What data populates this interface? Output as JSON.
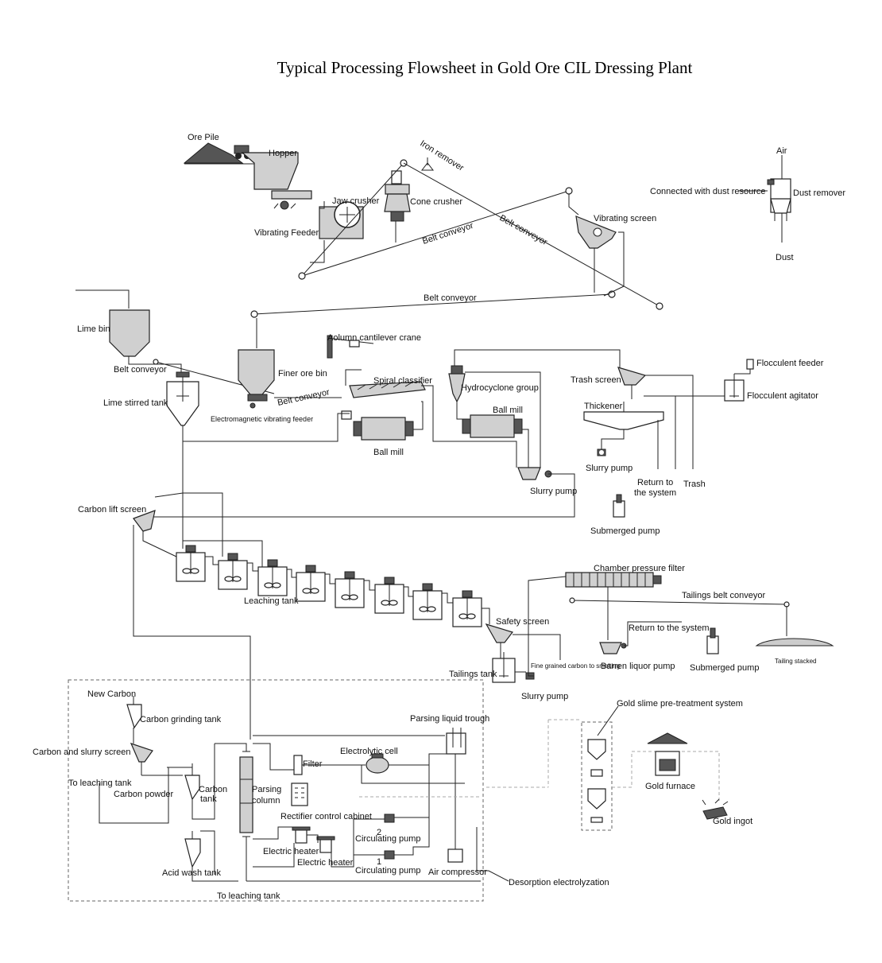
{
  "title": "Typical Processing Flowsheet in Gold Ore CIL Dressing Plant",
  "labels": {
    "ore_pile": "Ore Pile",
    "hopper": "Hopper",
    "jaw_crusher": "Jaw crusher",
    "vibrating_feeder": "Vibrating Feeder",
    "iron_remover": "Iron remover",
    "cone_crusher": "Cone crusher",
    "belt_conveyor_1": "Belt conveyor",
    "belt_conveyor_2": "Belt conveyor",
    "belt_conveyor_3": "Belt conveyor",
    "belt_conveyor_4": "Belt conveyor",
    "belt_conveyor_5": "Belt conveyor",
    "vibrating_screen": "Vibrating screen",
    "air": "Air",
    "connected_dust": "Connected with dust resource",
    "dust_remover": "Dust remover",
    "dust": "Dust",
    "lime_bin": "Lime bin",
    "lime_stirred_tank": "Lime stirred tank",
    "column_crane": "Aolumn cantilever crane",
    "finer_ore_bin": "Finer ore bin",
    "em_vibrating_feeder": "Electromagnetic vibrating feeder",
    "spiral_classifier": "Spiral classifier",
    "hydrocyclone_group": "Hydrocyclone group",
    "ball_mill_1": "Ball mill",
    "ball_mill_2": "Ball mill",
    "trash_screen": "Trash screen",
    "flocculent_feeder": "Flocculent feeder",
    "flocculent_agitator": "Flocculent agitator",
    "thickener": "Thickener",
    "slurry_pump_1": "Slurry pump",
    "slurry_pump_2": "Slurry pump",
    "slurry_pump_3": "Slurry pump",
    "return_system_1": "Return to",
    "return_system_2": "the system",
    "trash": "Trash",
    "submerged_pump_1": "Submerged pump",
    "carbon_lift_screen": "Carbon lift screen",
    "leaching_tank": "Leaching tank",
    "chamber_filter": "Chamber pressure filter",
    "tailings_belt": "Tailings belt conveyor",
    "safety_screen": "Safety screen",
    "return_system_3": "Return to the system",
    "tailings_tank": "Tailings tank",
    "fine_carbon": "Fine grained carbon to smelting",
    "barren_pump": "Barren liquor pump",
    "submerged_pump_2": "Submerged pump",
    "tailing_stacked": "Tailing stacked",
    "new_carbon": "New Carbon",
    "carbon_grinding": "Carbon grinding tank",
    "carbon_slurry_screen": "Carbon and slurry screen",
    "to_leaching_1": "To leaching tank",
    "carbon_powder": "Carbon powder",
    "carbon_tank_1": "Carbon",
    "carbon_tank_2": "tank",
    "parsing_column_1": "Parsing",
    "parsing_column_2": "column",
    "filter": "Filter",
    "parsing_trough": "Parsing liquid trough",
    "electrolytic_cell": "Electrolytic cell",
    "rectifier": "Rectifier control cabinet",
    "circ_pump_2": "Circulating pump",
    "circ_pump_1": "Circulating pump",
    "num_2": "2",
    "num_1": "1",
    "electric_heater_1": "Electric heater",
    "electric_heater_2": "Electric heater",
    "acid_wash": "Acid wash tank",
    "air_compressor": "Air compressor",
    "to_leaching_2": "To leaching tank",
    "desorption": "Desorption electrolyzation",
    "gold_slime": "Gold slime pre-treatment system",
    "gold_furnace": "Gold furnace",
    "gold_ingot": "Gold ingot"
  }
}
